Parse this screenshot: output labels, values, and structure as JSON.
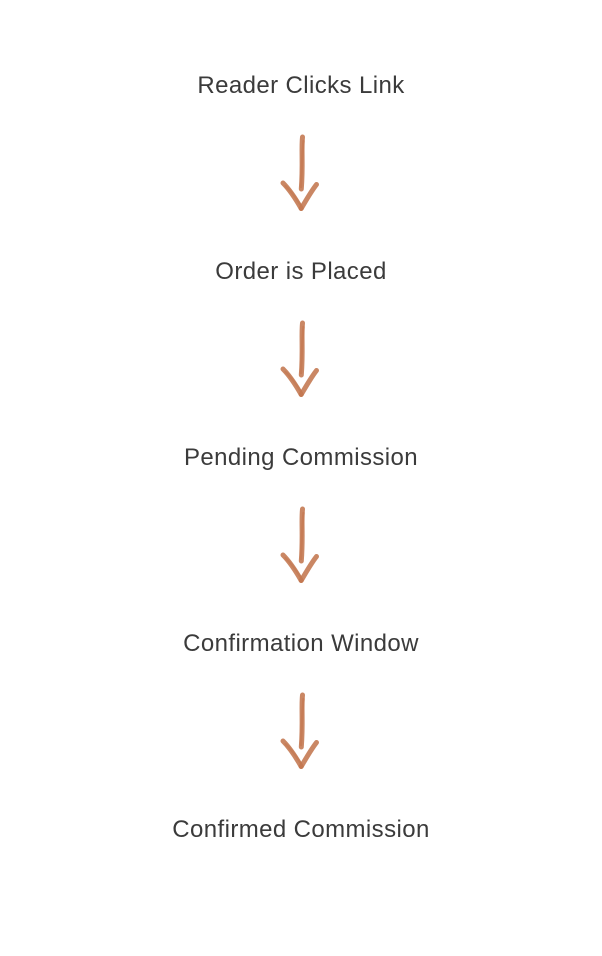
{
  "diagram": {
    "type": "flowchart-vertical",
    "steps": [
      "Reader Clicks Link",
      "Order is Placed",
      "Pending Commission",
      "Confirmation Window",
      "Confirmed Commission"
    ],
    "connector": "down-arrow-icon",
    "arrow_color": "#c3764f",
    "text_color": "#3b3b3b",
    "background_color": "#ffffff"
  }
}
